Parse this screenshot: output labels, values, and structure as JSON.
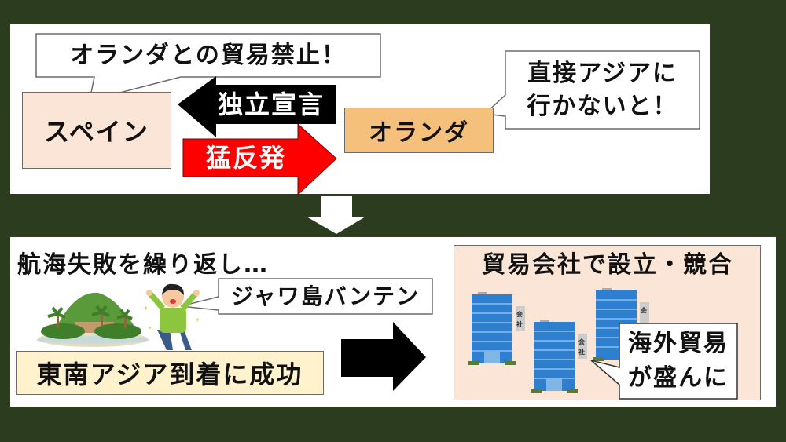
{
  "colors": {
    "background": "#2b3d1e",
    "panel": "#ffffff",
    "spain_box": "#fbe5d6",
    "netherlands_box": "#f4c07c",
    "success_box": "#fff2cc",
    "company_box": "#fbe5d6",
    "independence_arrow": "#000000",
    "backlash_arrow": "#ff0000"
  },
  "top_panel": {
    "spain_bubble": "オランダとの貿易禁止！",
    "spain_label": "スペイン",
    "independence_arrow_label": "独立宣言",
    "backlash_arrow_label": "猛反発",
    "netherlands_label": "オランダ",
    "netherlands_bubble_line1": "直接アジアに",
    "netherlands_bubble_line2": "行かないと！"
  },
  "bottom_panel": {
    "heading": "航海失敗を繰り返し…",
    "person_bubble": "ジャワ島バンテン",
    "success_label": "東南アジア到着に成功",
    "company_title": "貿易会社で設立・競合",
    "company_sign_char1": "会",
    "company_sign_char2": "社",
    "trade_bubble_line1": "海外貿易",
    "trade_bubble_line2": "が盛んに"
  },
  "icons": {
    "island": "island-illustration",
    "person": "cheering-person-illustration",
    "buildings": "office-building-illustration"
  }
}
